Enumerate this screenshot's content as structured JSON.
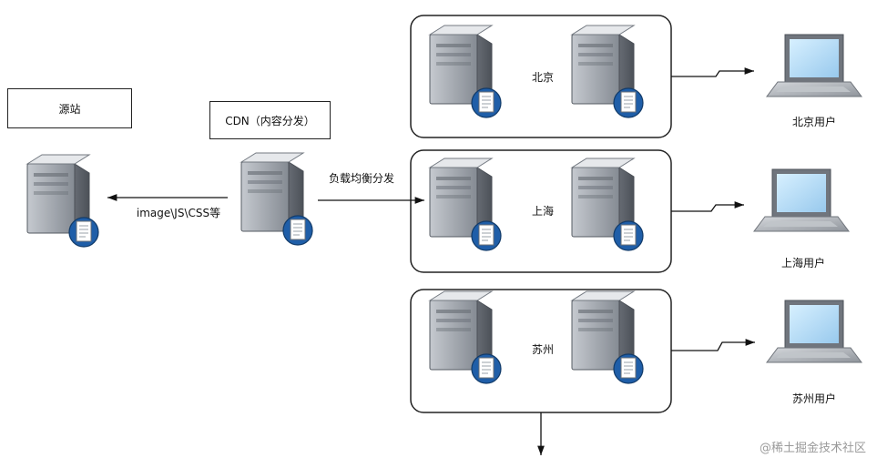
{
  "origin_label": "源站",
  "cdn_label": "CDN（内容分发）",
  "origin_arrow_label": "image\\JS\\CSS等",
  "balancer_label": "负载均衡分发",
  "clusters": [
    {
      "city": "北京",
      "user_label": "北京用户"
    },
    {
      "city": "上海",
      "user_label": "上海用户"
    },
    {
      "city": "苏州",
      "user_label": "苏州用户"
    }
  ],
  "watermark": "@稀土掘金技术社区",
  "colors": {
    "server_body": "#8e939b",
    "server_dark": "#666b73",
    "server_light": "#d8dbe0",
    "doc_badge": "#1f5ea8",
    "screen": "#bfe0f6",
    "laptop_body": "#a7aab0",
    "line": "#111111",
    "box_border": "#222222"
  },
  "icons": [
    "server-icon",
    "document-badge-icon",
    "laptop-icon",
    "arrow-icon"
  ]
}
